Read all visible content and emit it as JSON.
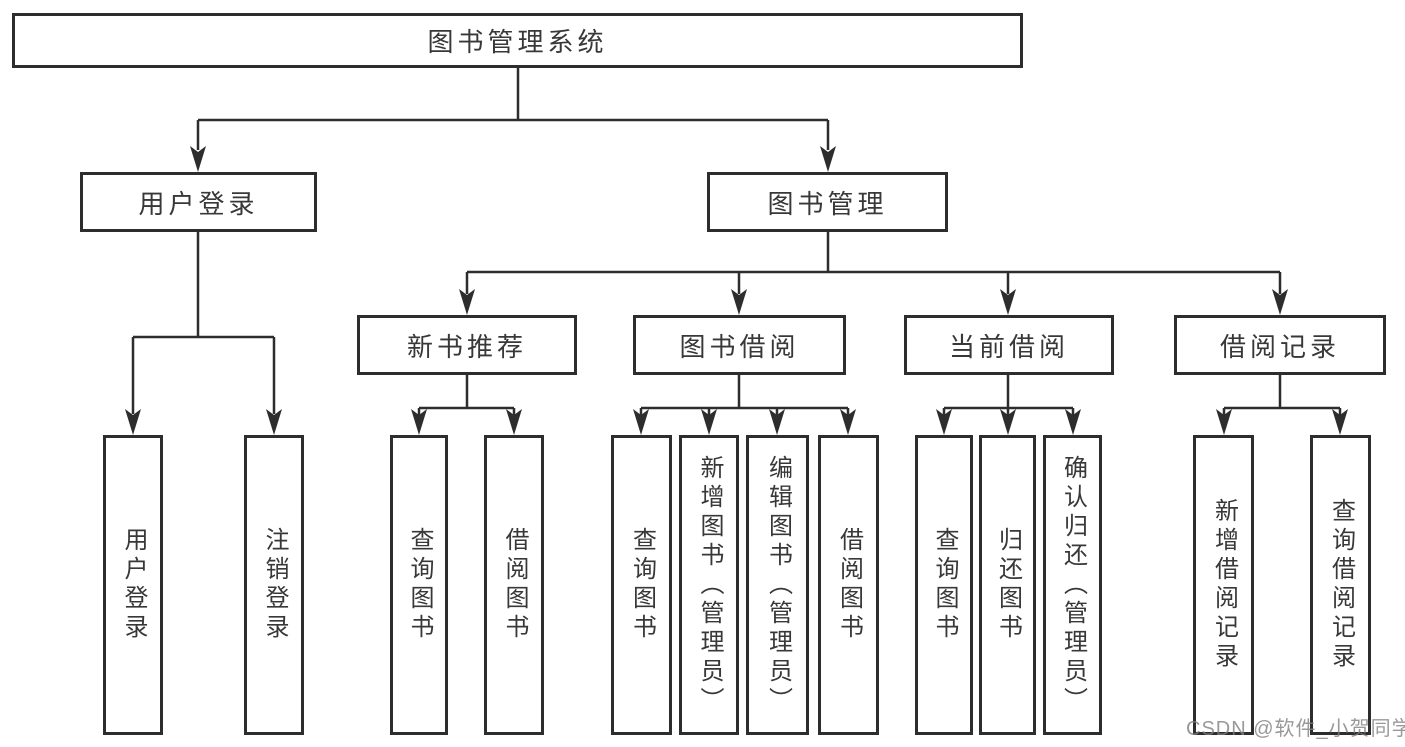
{
  "tree": {
    "root": "图书管理系统",
    "children": [
      {
        "label": "用户登录",
        "children": [
          {
            "label": "用户登录"
          },
          {
            "label": "注销登录"
          }
        ]
      },
      {
        "label": "图书管理",
        "children": [
          {
            "label": "新书推荐",
            "children": [
              {
                "label": "查询图书"
              },
              {
                "label": "借阅图书"
              }
            ]
          },
          {
            "label": "图书借阅",
            "children": [
              {
                "label": "查询图书"
              },
              {
                "label": "新增图书（管理员）"
              },
              {
                "label": "编辑图书（管理员）"
              },
              {
                "label": "借阅图书"
              }
            ]
          },
          {
            "label": "当前借阅",
            "children": [
              {
                "label": "查询图书"
              },
              {
                "label": "归还图书"
              },
              {
                "label": "确认归还（管理员）"
              }
            ]
          },
          {
            "label": "借阅记录",
            "children": [
              {
                "label": "新增借阅记录"
              },
              {
                "label": "查询借阅记录"
              }
            ]
          }
        ]
      }
    ]
  },
  "watermark": "CSDN @软件_小贺同学",
  "colors": {
    "line": "#2d2d2d",
    "box_border": "#2d2d2d",
    "text": "#383838",
    "background": "#ffffff",
    "watermark": "#808080"
  }
}
